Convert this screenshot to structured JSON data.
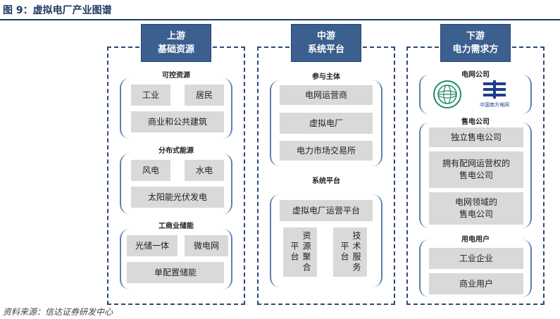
{
  "title": "图 9：虚拟电厂产业图谱",
  "source": "资料来源：信达证券研发中心",
  "upstream": {
    "header_line1": "上游",
    "header_line2": "基础资源",
    "controllable": {
      "label": "可控资源",
      "items": [
        "工业",
        "居民",
        "商业和公共建筑"
      ]
    },
    "distributed": {
      "label": "分布式能源",
      "items": [
        "风电",
        "水电",
        "太阳能光伏发电"
      ]
    },
    "storage": {
      "label": "工商业储能",
      "items": [
        "光储一体",
        "微电网",
        "单配置储能"
      ]
    }
  },
  "midstream": {
    "header_line1": "中游",
    "header_line2": "系统平台",
    "participants": {
      "label": "参与主体",
      "items": [
        "电网运营商",
        "虚拟电厂",
        "电力市场交易所"
      ]
    },
    "platform": {
      "label": "系统平台",
      "operator": "虚拟电厂运营平台",
      "items": [
        "资源聚合平台",
        "技术服务平台"
      ]
    }
  },
  "downstream": {
    "header_line1": "下游",
    "header_line2": "电力需求方",
    "grid": {
      "label": "电网公司",
      "logo2_text": "中国南方电网"
    },
    "retail": {
      "label": "售电公司",
      "items": [
        "独立售电公司",
        "拥有配网运营权的售电公司",
        "电网领域的售电公司"
      ]
    },
    "users": {
      "label": "用电用户",
      "items": [
        "工业企业",
        "商业用户"
      ]
    }
  },
  "colors": {
    "header": "#3b5f8f",
    "dashed_border": "#2d4a78",
    "bracket": "#5b7fb5",
    "box": "#d9d9d9",
    "title": "#1f3a63"
  }
}
